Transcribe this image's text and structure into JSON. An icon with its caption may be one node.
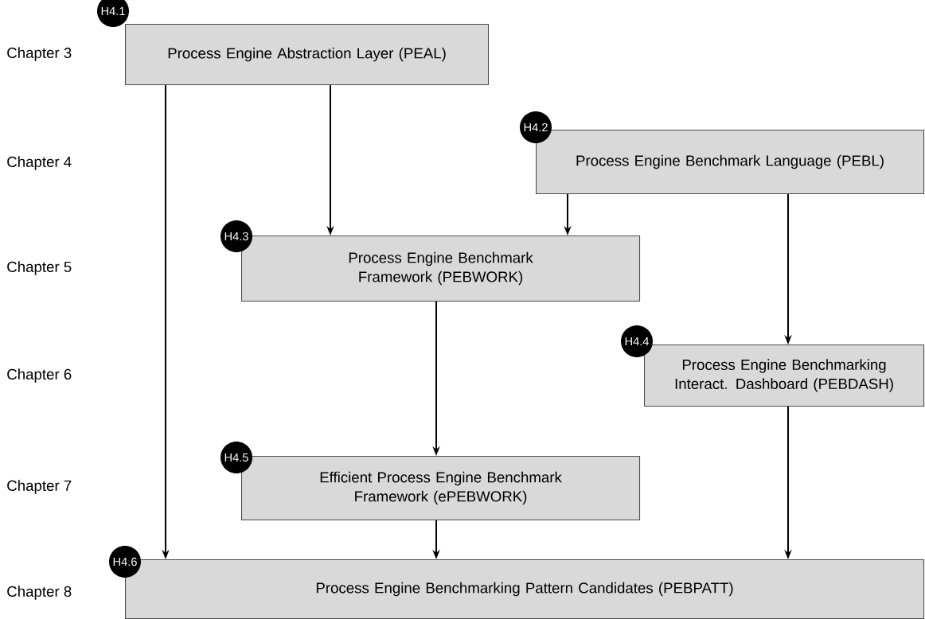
{
  "diagram": {
    "nodes": [
      {
        "text": [
          "H4.1",
          "Process Engine Abstraction Layer (PEAL)"
        ]
      },
      {
        "text": [
          "H4.2",
          "Process Engine Benchmark Language (PEBL)"
        ]
      },
      {
        "text": [
          "H4.3",
          "Process Engine Benchmark Framework (PEBWORK)"
        ]
      },
      {
        "text": [
          "H4.4",
          "Process Engine Benchmarking Interact. Dashboard (PEBDASH)"
        ]
      },
      {
        "text": [
          "H4.5",
          "Efficient Process Engine Benchmark Framework (ePEBWORK)"
        ]
      },
      {
        "text": [
          "H4.6",
          "Process Engine Benchmarking Pattern Candidates (PEBPATT)"
        ]
      }
    ],
    "edges": [
      {
        "from": 0,
        "to": 5,
        "arrow": "to"
      },
      {
        "from": 0,
        "to": 2,
        "arrow": "to"
      },
      {
        "from": 1,
        "to": 2,
        "arrow": "to"
      },
      {
        "from": 1,
        "to": 3,
        "arrow": "to"
      },
      {
        "from": 2,
        "to": 4,
        "arrow": "to"
      },
      {
        "from": 4,
        "to": 5,
        "arrow": "to"
      },
      {
        "from": 3,
        "to": 5,
        "arrow": "to"
      }
    ],
    "labels": [
      "Chapter 3",
      "Chapter 4",
      "Chapter 5",
      "Chapter 6",
      "Chapter 7",
      "Chapter 8"
    ]
  }
}
